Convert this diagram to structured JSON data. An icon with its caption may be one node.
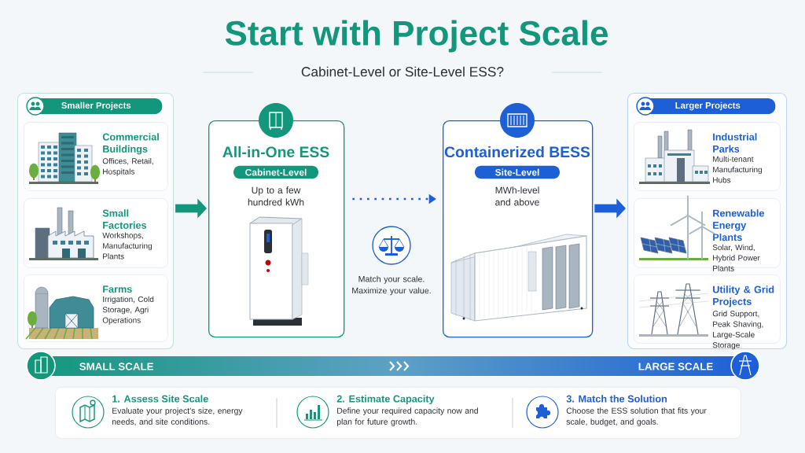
{
  "diagram": {
    "title": "Start with Project Scale",
    "nodes": [
      {
        "text": [
          "Smaller Projects"
        ]
      },
      {
        "text": [
          "Commercial Buildings",
          "Offices, Retail, Hospitals"
        ],
        "in": 0
      },
      {
        "text": [
          "Small Factories",
          "Workshops, Manufacturing Plants"
        ],
        "in": 0
      },
      {
        "text": [
          "Farms",
          "Irrigation, Cold Storage, Agri Operations"
        ],
        "in": 0
      },
      {
        "text": [
          "All-in-One ESS",
          "Cabinet-Level",
          "Up to a few hundred kWh"
        ]
      },
      {
        "text": [
          "Containerized BESS",
          "Site-Level",
          "MWh-level and above"
        ]
      },
      {
        "text": [
          "Larger Projects"
        ]
      },
      {
        "text": [
          "Industrial Parks",
          "Multi-tenant Manufacturing Hubs"
        ],
        "in": 6
      },
      {
        "text": [
          "Renewable Energy Plants",
          "Solar, Wind, Hybrid Power Plants"
        ],
        "in": 6
      },
      {
        "text": [
          "Utility & Grid Projects",
          "Grid Support, Peak Shaving, Large-Scale Storage"
        ],
        "in": 6
      },
      {
        "text": [
          "1. Assess Site Scale",
          "Evaluate your project’s size, energy needs, and site conditions.",
          "2. Estimate Capacity",
          "Define your required capacity now and plan for future growth.",
          "3. Match the Solution",
          "Choose the ESS solution that fits your scale, budget, and goals."
        ]
      }
    ],
    "edges": [
      {
        "from": 0,
        "to": 4,
        "arrow": "to",
        "color": "#13977c"
      },
      {
        "from": 4,
        "to": 5,
        "arrow": "to",
        "style": "dashed",
        "color": "#1d5fd6"
      },
      {
        "from": 5,
        "to": 6,
        "arrow": "to",
        "color": "#1d5fd6"
      }
    ],
    "labels": [
      "Cabinet-Level or Site-Level ESS?",
      "Match your scale. Maximize your value.",
      "SMALL SCALE",
      "LARGE SCALE"
    ]
  }
}
